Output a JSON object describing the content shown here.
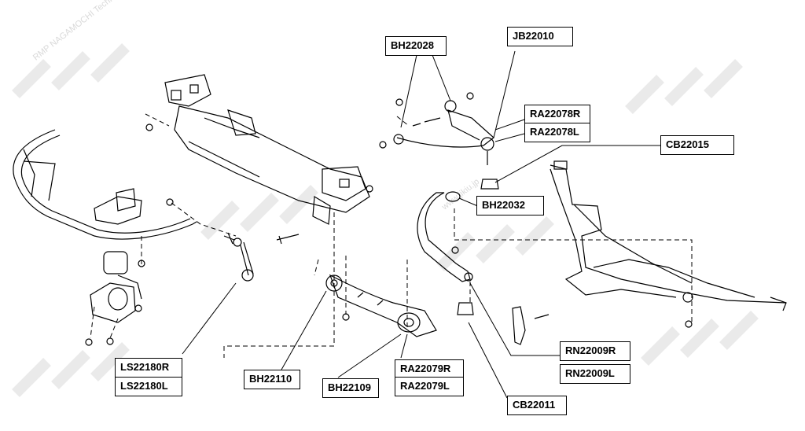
{
  "diagram": {
    "watermark": {
      "brand": "JIKIU",
      "caption": "RMP NAGAMOCHI Technology Japan Co., Ltd",
      "url": "www.jikiu.jp"
    },
    "part_labels": {
      "upper_arm_bushing": "BH22028",
      "upper_ball_joint": "JB22010",
      "upper_arm_right": "RA22078R",
      "upper_arm_left": "RA22078L",
      "bump_stop_upper": "CB22015",
      "knuckle_bushing": "BH22032",
      "stabilizer_link_right": "LS22180R",
      "stabilizer_link_left": "LS22180L",
      "lower_arm_front_bushing": "BH22110",
      "lower_arm_rear_bushing": "BH22109",
      "lower_arm_right": "RA22079R",
      "lower_arm_left": "RA22079L",
      "bump_stop_lower": "CB22011",
      "tie_rod_end_right": "RN22009R",
      "tie_rod_end_left": "RN22009L"
    },
    "colors": {
      "line": "#000000",
      "watermark": "#d9d9d9",
      "background": "#ffffff"
    }
  }
}
